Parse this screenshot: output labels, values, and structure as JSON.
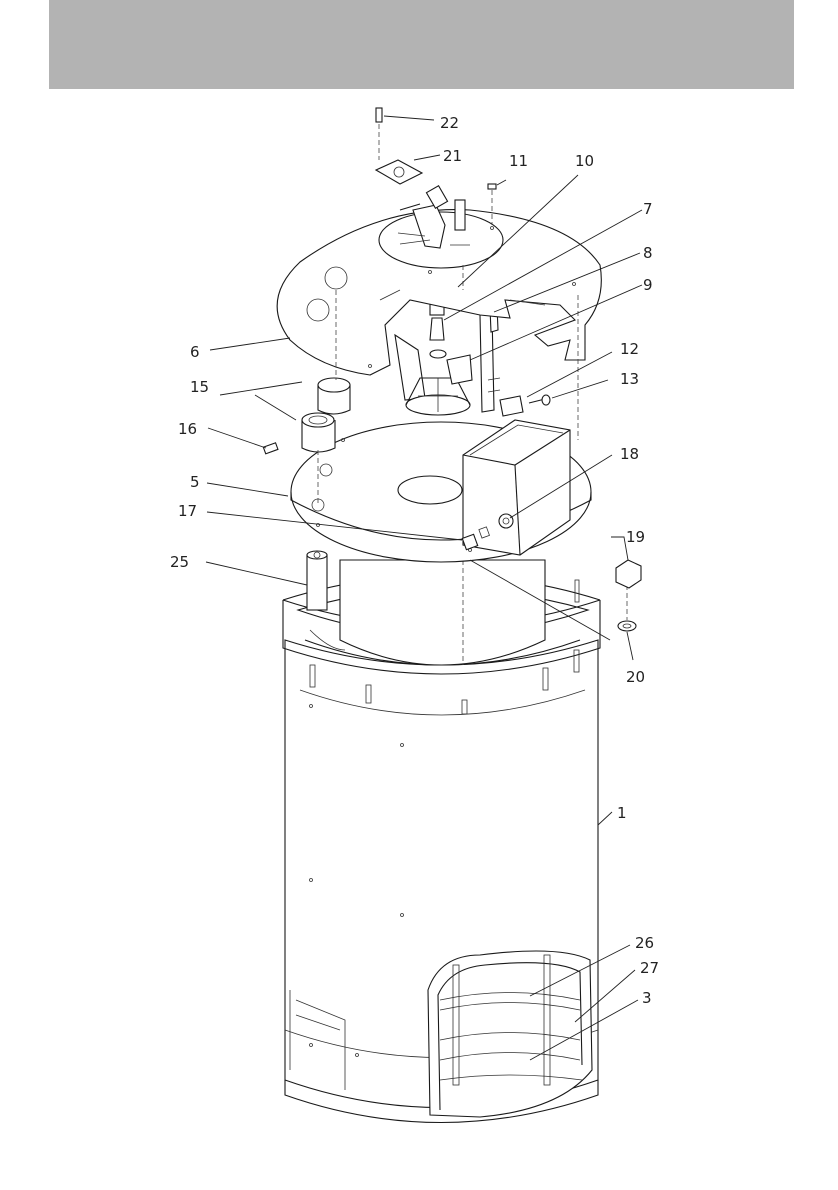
{
  "colors": {
    "header_band": "#b3b3b3",
    "line": "#1a1a1a",
    "background": "#ffffff"
  },
  "callouts": [
    {
      "id": "p22",
      "label": "22"
    },
    {
      "id": "p21",
      "label": "21"
    },
    {
      "id": "p11",
      "label": "11"
    },
    {
      "id": "p10",
      "label": "10"
    },
    {
      "id": "p7",
      "label": "7"
    },
    {
      "id": "p8",
      "label": "8"
    },
    {
      "id": "p9",
      "label": "9"
    },
    {
      "id": "p6",
      "label": "6"
    },
    {
      "id": "p12",
      "label": "12"
    },
    {
      "id": "p13",
      "label": "13"
    },
    {
      "id": "p15",
      "label": "15"
    },
    {
      "id": "p16",
      "label": "16"
    },
    {
      "id": "p18",
      "label": "18"
    },
    {
      "id": "p5",
      "label": "5"
    },
    {
      "id": "p17",
      "label": "17"
    },
    {
      "id": "p19",
      "label": "19"
    },
    {
      "id": "p25",
      "label": "25"
    },
    {
      "id": "p20",
      "label": "20"
    },
    {
      "id": "p1",
      "label": "1"
    },
    {
      "id": "p26",
      "label": "26"
    },
    {
      "id": "p27",
      "label": "27"
    },
    {
      "id": "p3",
      "label": "3"
    }
  ]
}
